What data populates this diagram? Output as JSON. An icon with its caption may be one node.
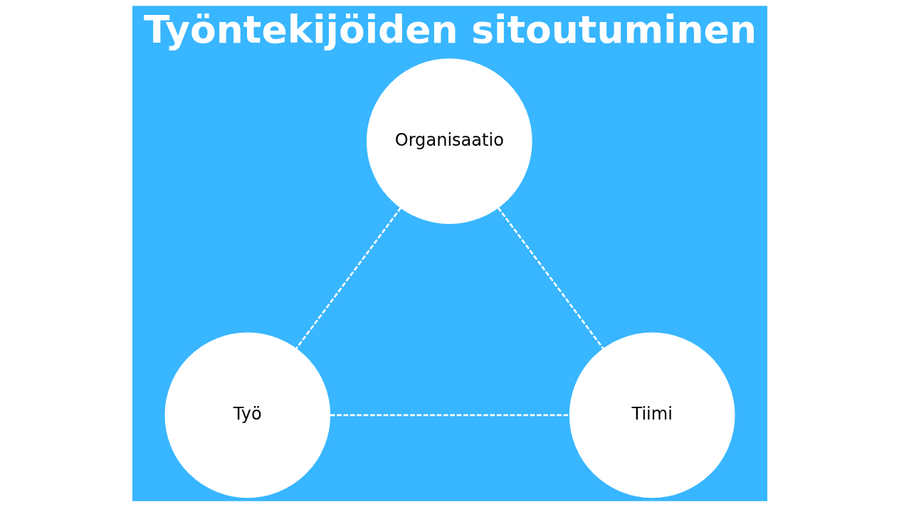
{
  "diagram": {
    "title": "Työntekijöiden sitoutuminen",
    "nodes": [
      {
        "text": [
          "Organisaatio"
        ]
      },
      {
        "text": [
          "Työ"
        ]
      },
      {
        "text": [
          "Tiimi"
        ]
      }
    ],
    "edges": [
      {
        "from": 0,
        "to": 1,
        "arrow": "none",
        "style": "dashed"
      },
      {
        "from": 0,
        "to": 2,
        "arrow": "none",
        "style": "dashed"
      },
      {
        "from": 1,
        "to": 2,
        "arrow": "none",
        "style": "dashed"
      }
    ]
  }
}
